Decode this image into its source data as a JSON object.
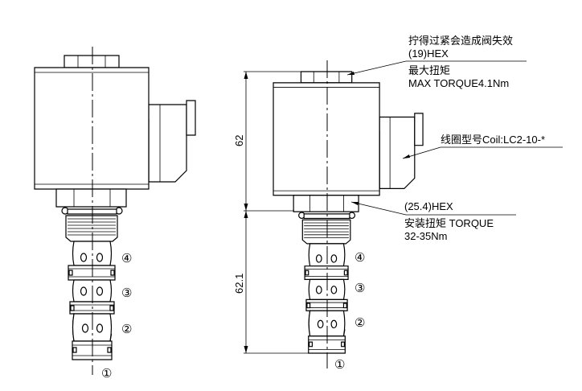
{
  "annotations": {
    "warning": "拧得过紧会造成阀失效",
    "nut_hex": "(19)HEX",
    "max_torque_cn": "最大扭矩",
    "max_torque": "MAX TORQUE4.1Nm",
    "coil": "线圈型号Coil:LC2-10-*",
    "body_hex": "(25.4)HEX",
    "install_torque": "安装扭矩 TORQUE",
    "install_torque_value": "32-35Nm"
  },
  "dimensions": {
    "upper": "62",
    "lower": "62.1"
  },
  "ports": {
    "p1": "①",
    "p2": "②",
    "p3": "③",
    "p4": "④"
  }
}
